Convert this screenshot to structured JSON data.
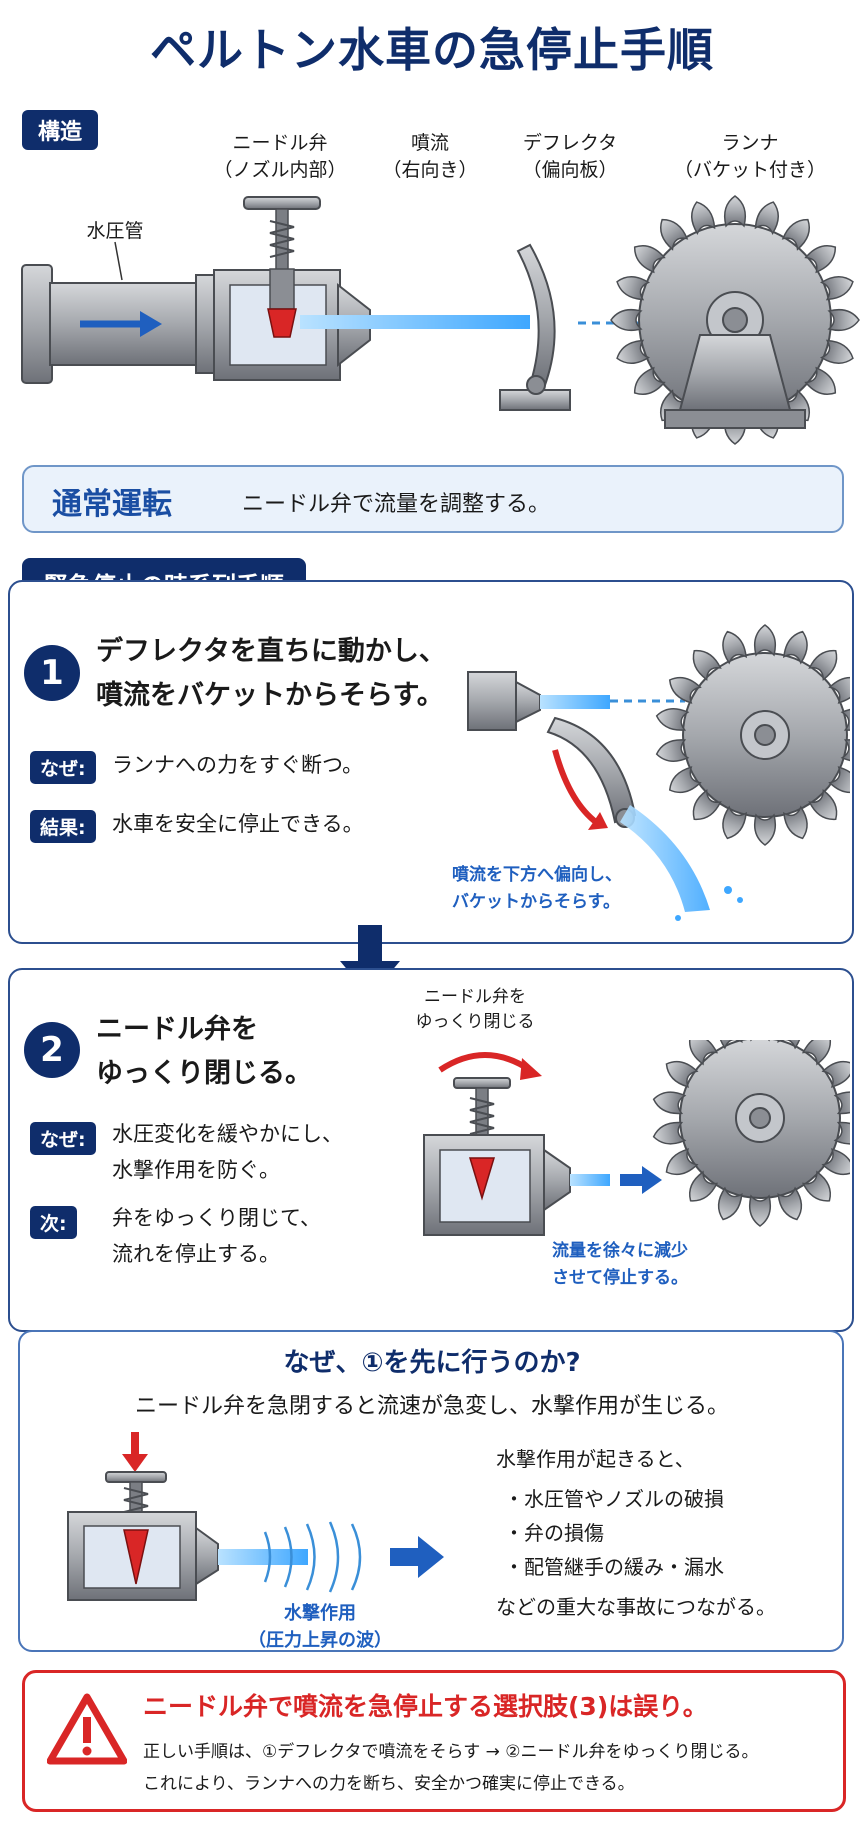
{
  "title": "ペルトン水車の急停止手順",
  "structure": {
    "tag": "構造",
    "penstock_label": "水圧管",
    "needle_label_1": "ニードル弁",
    "needle_label_2": "（ノズル内部）",
    "jet_label_1": "噴流",
    "jet_label_2": "（右向き）",
    "deflector_label_1": "デフレクタ",
    "deflector_label_2": "（偏向板）",
    "runner_label_1": "ランナ",
    "runner_label_2": "（バケット付き）"
  },
  "normal": {
    "title": "通常運転",
    "text": "ニードル弁で流量を調整する。"
  },
  "sequence": {
    "tag": "緊急停止の時系列手順",
    "step1": {
      "number": "1",
      "title_1": "デフレクタを直ちに動かし、",
      "title_2": "噴流をバケットからそらす。",
      "why_badge": "なぜ:",
      "why_text": "ランナへの力をすぐ断つ。",
      "result_badge": "結果:",
      "result_text": "水車を安全に停止できる。",
      "note_1": "噴流を下方へ偏向し、",
      "note_2": "バケットからそらす。"
    },
    "step2": {
      "number": "2",
      "title_1": "ニードル弁を",
      "title_2": "ゆっくり閉じる。",
      "why_badge": "なぜ:",
      "why_text_1": "水圧変化を緩やかにし、",
      "why_text_2": "水撃作用を防ぐ。",
      "next_badge": "次:",
      "next_text_1": "弁をゆっくり閉じて、",
      "next_text_2": "流れを停止する。",
      "valve_note_1": "ニードル弁を",
      "valve_note_2": "ゆっくり閉じる",
      "flow_note_1": "流量を徐々に減少",
      "flow_note_2": "させて停止する。"
    }
  },
  "why": {
    "title": "なぜ、①を先に行うのか?",
    "subtitle": "ニードル弁を急閉すると流速が急変し、水撃作用が生じる。",
    "wave_label_1": "水撃作用",
    "wave_label_2": "（圧力上昇の波）",
    "lead": "水撃作用が起きると、",
    "items": [
      "水圧管やノズルの破損",
      "弁の損傷",
      "配管継手の緩み・漏水"
    ],
    "tail": "などの重大な事故につながる。"
  },
  "warning": {
    "title": "ニードル弁で噴流を急停止する選択肢(3)は誤り。",
    "line_1": "正しい手順は、①デフレクタで噴流をそらす → ②ニードル弁をゆっくり閉じる。",
    "line_2": "これにより、ランナへの力を断ち、安全かつ確実に停止できる。"
  },
  "colors": {
    "navy": "#0f2d6b",
    "blue": "#1f5fbf",
    "red": "#d92626",
    "metal": "#9a9da3"
  }
}
